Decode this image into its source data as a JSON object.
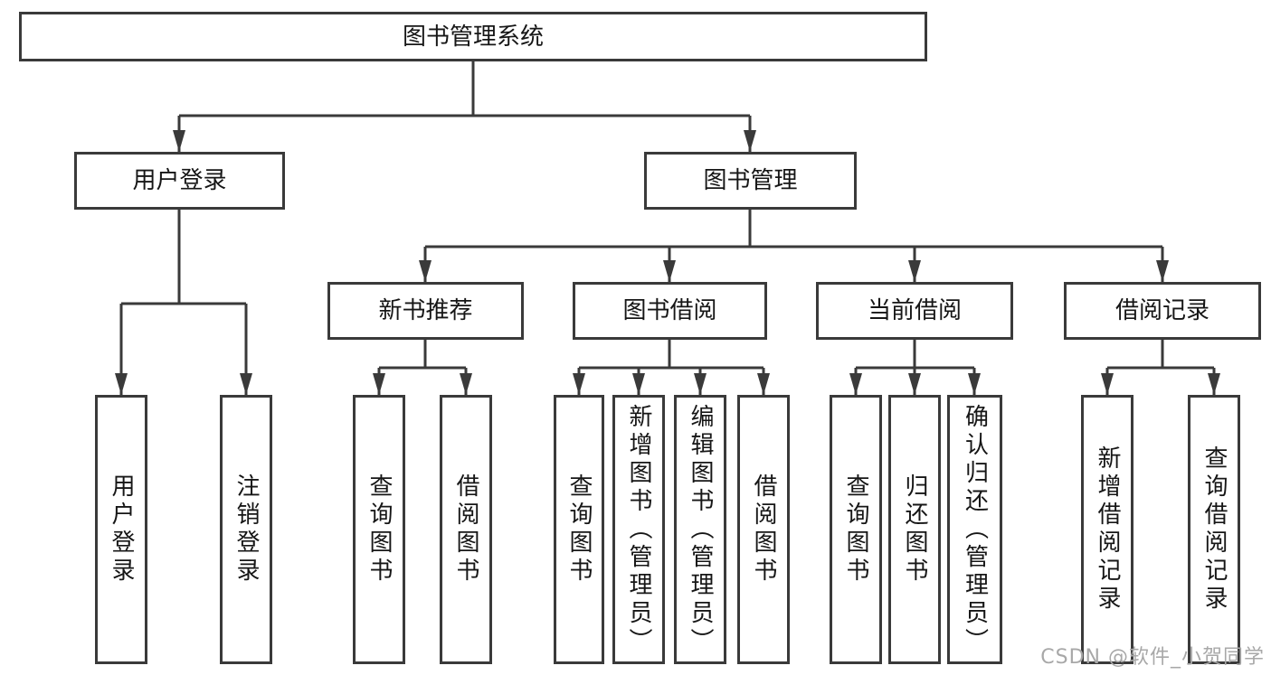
{
  "colors": {
    "line": "#3a3a3a",
    "text": "#161616",
    "watermark": "#a8a8a8",
    "background": "#ffffff"
  },
  "watermark": {
    "text": "CSDN @软件_小贺同学"
  },
  "tree": {
    "label": "图书管理系统",
    "children": [
      {
        "label": "用户登录",
        "children": [
          {
            "label": "用户登录"
          },
          {
            "label": "注销登录"
          }
        ]
      },
      {
        "label": "图书管理",
        "children": [
          {
            "label": "新书推荐",
            "children": [
              {
                "label": "查询图书"
              },
              {
                "label": "借阅图书"
              }
            ]
          },
          {
            "label": "图书借阅",
            "children": [
              {
                "label": "查询图书"
              },
              {
                "label": "新增图书（管理员）"
              },
              {
                "label": "编辑图书（管理员）"
              },
              {
                "label": "借阅图书"
              }
            ]
          },
          {
            "label": "当前借阅",
            "children": [
              {
                "label": "查询图书"
              },
              {
                "label": "归还图书"
              },
              {
                "label": "确认归还（管理员）"
              }
            ]
          },
          {
            "label": "借阅记录",
            "children": [
              {
                "label": "新增借阅记录"
              },
              {
                "label": "查询借阅记录"
              }
            ]
          }
        ]
      }
    ]
  }
}
